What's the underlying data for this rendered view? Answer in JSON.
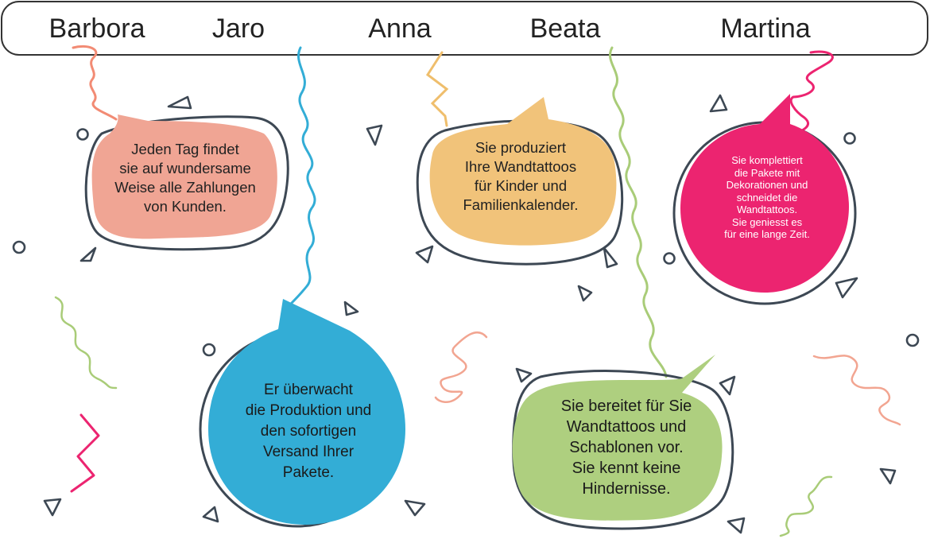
{
  "people": [
    {
      "name": "Barbora",
      "text": "Jeden Tag findet\nsie auf wundersame\nWeise alle Zahlungen\nvon Kunden.",
      "color": "#F0A594",
      "string_color": "#F28B74"
    },
    {
      "name": "Jaro",
      "text": "Er überwacht\ndie Produktion und\nden sofortigen\nVersand Ihrer\nPakete.",
      "color": "#33ADD6",
      "string_color": "#33ADD6"
    },
    {
      "name": "Anna",
      "text": "Sie produziert\nIhre Wandtattoos\nfür Kinder und\nFamilienkalender.",
      "color": "#F1C37A",
      "string_color": "#EFBE6C"
    },
    {
      "name": "Beata",
      "text": "Sie bereitet für Sie\nWandtattoos und\nSchablonen vor.\nSie kennt keine\nHindernisse.",
      "color": "#AECF7F",
      "string_color": "#A9CC78"
    },
    {
      "name": "Martina",
      "text": "Sie komplettiert\ndie Pakete mit\nDekorationen und\nschneidet die\nWandtattoos.\nSie geniesst es\nfür eine lange Zeit.",
      "color": "#EC2470",
      "string_color": "#EC2470"
    }
  ],
  "colors": {
    "outline": "#3D4854",
    "bar_stroke": "#333333"
  }
}
